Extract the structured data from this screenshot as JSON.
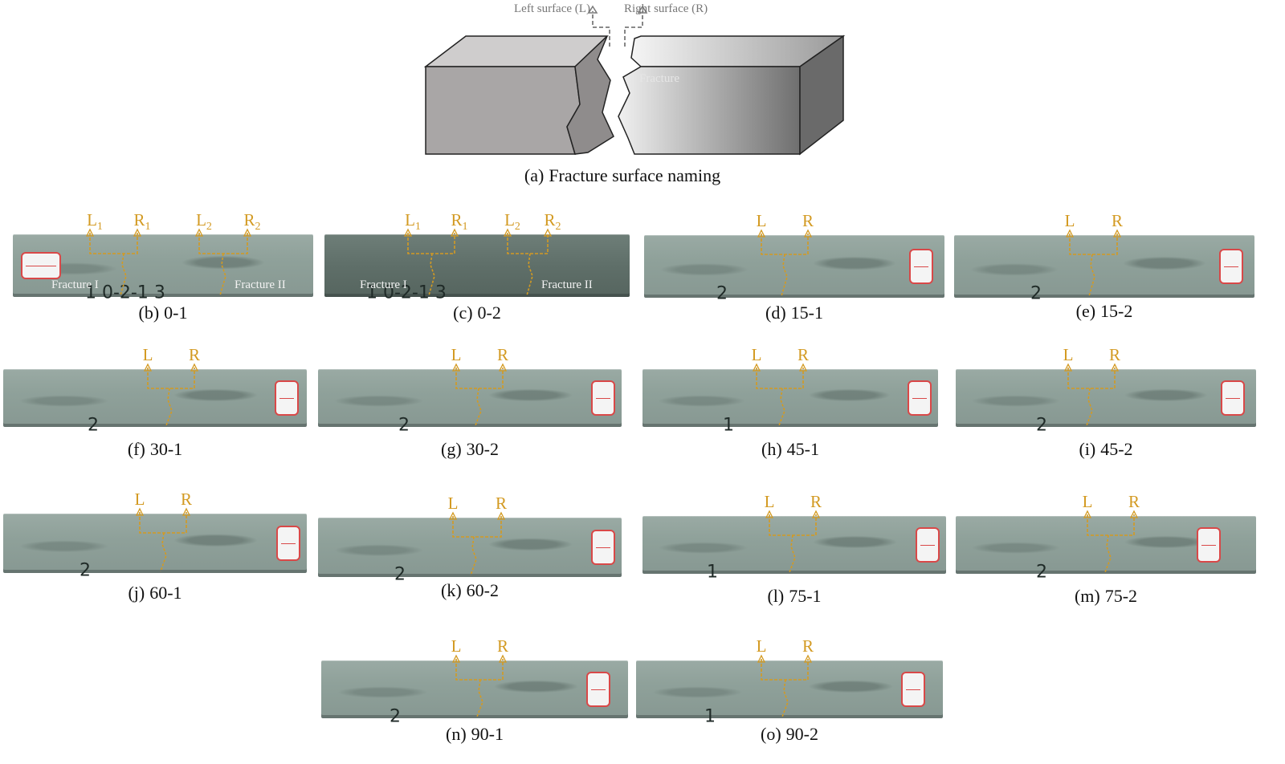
{
  "figure_a": {
    "left_surface_label": "Left surface (L)",
    "right_surface_label": "Right surface (R)",
    "fracture_label": "Fracture",
    "caption_letter": "(a)",
    "caption_text": "Fracture surface naming",
    "colors": {
      "block_front": "#a9a6a6",
      "block_top": "#cfcdcd",
      "dashed": "#7a7a7a"
    }
  },
  "markers": {
    "color": "#d39a22",
    "left": "L",
    "right": "R",
    "sub1": "1",
    "sub2": "2"
  },
  "fracture_names": {
    "first": "Fracture I",
    "second": "Fracture II"
  },
  "specimens": [
    {
      "id": "b",
      "letter": "(b)",
      "label": "0-1",
      "double": true,
      "marking": "1   0-2-1   3"
    },
    {
      "id": "c",
      "letter": "(c)",
      "label": "0-2",
      "double": true,
      "marking": "1   0-2-1   3"
    },
    {
      "id": "d",
      "letter": "(d)",
      "label": "15-1",
      "marking": "2"
    },
    {
      "id": "e",
      "letter": "(e)",
      "label": "15-2",
      "marking": "2"
    },
    {
      "id": "f",
      "letter": "(f)",
      "label": "30-1",
      "marking": "2"
    },
    {
      "id": "g",
      "letter": "(g)",
      "label": "30-2",
      "marking": "2"
    },
    {
      "id": "h",
      "letter": "(h)",
      "label": "45-1",
      "marking": "1"
    },
    {
      "id": "i",
      "letter": "(i)",
      "label": "45-2",
      "marking": "2"
    },
    {
      "id": "j",
      "letter": "(j)",
      "label": "60-1",
      "marking": "2"
    },
    {
      "id": "k",
      "letter": "(k)",
      "label": "60-2",
      "marking": "2"
    },
    {
      "id": "l",
      "letter": "(l)",
      "label": "75-1",
      "marking": "1"
    },
    {
      "id": "m",
      "letter": "(m)",
      "label": "75-2",
      "marking": "2"
    },
    {
      "id": "n",
      "letter": "(n)",
      "label": "90-1",
      "marking": "2"
    },
    {
      "id": "o",
      "letter": "(o)",
      "label": "90-2",
      "marking": "1"
    }
  ]
}
